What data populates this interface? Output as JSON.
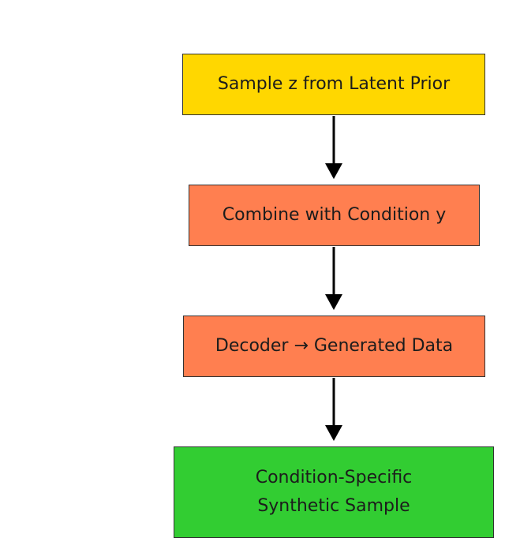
{
  "diagram": {
    "nodes": [
      {
        "id": "n1",
        "label": "Sample z from Latent Prior",
        "color": "#FFD700"
      },
      {
        "id": "n2",
        "label": "Combine with Condition y",
        "color": "#FF7F50"
      },
      {
        "id": "n3",
        "label": "Decoder → Generated Data",
        "color": "#FF7F50"
      },
      {
        "id": "n4",
        "label": "Condition-Specific\nSynthetic Sample",
        "color": "#32CD32"
      }
    ],
    "edges": [
      {
        "from": "n1",
        "to": "n2"
      },
      {
        "from": "n2",
        "to": "n3"
      },
      {
        "from": "n3",
        "to": "n4"
      }
    ],
    "edge_color": "#000000"
  }
}
